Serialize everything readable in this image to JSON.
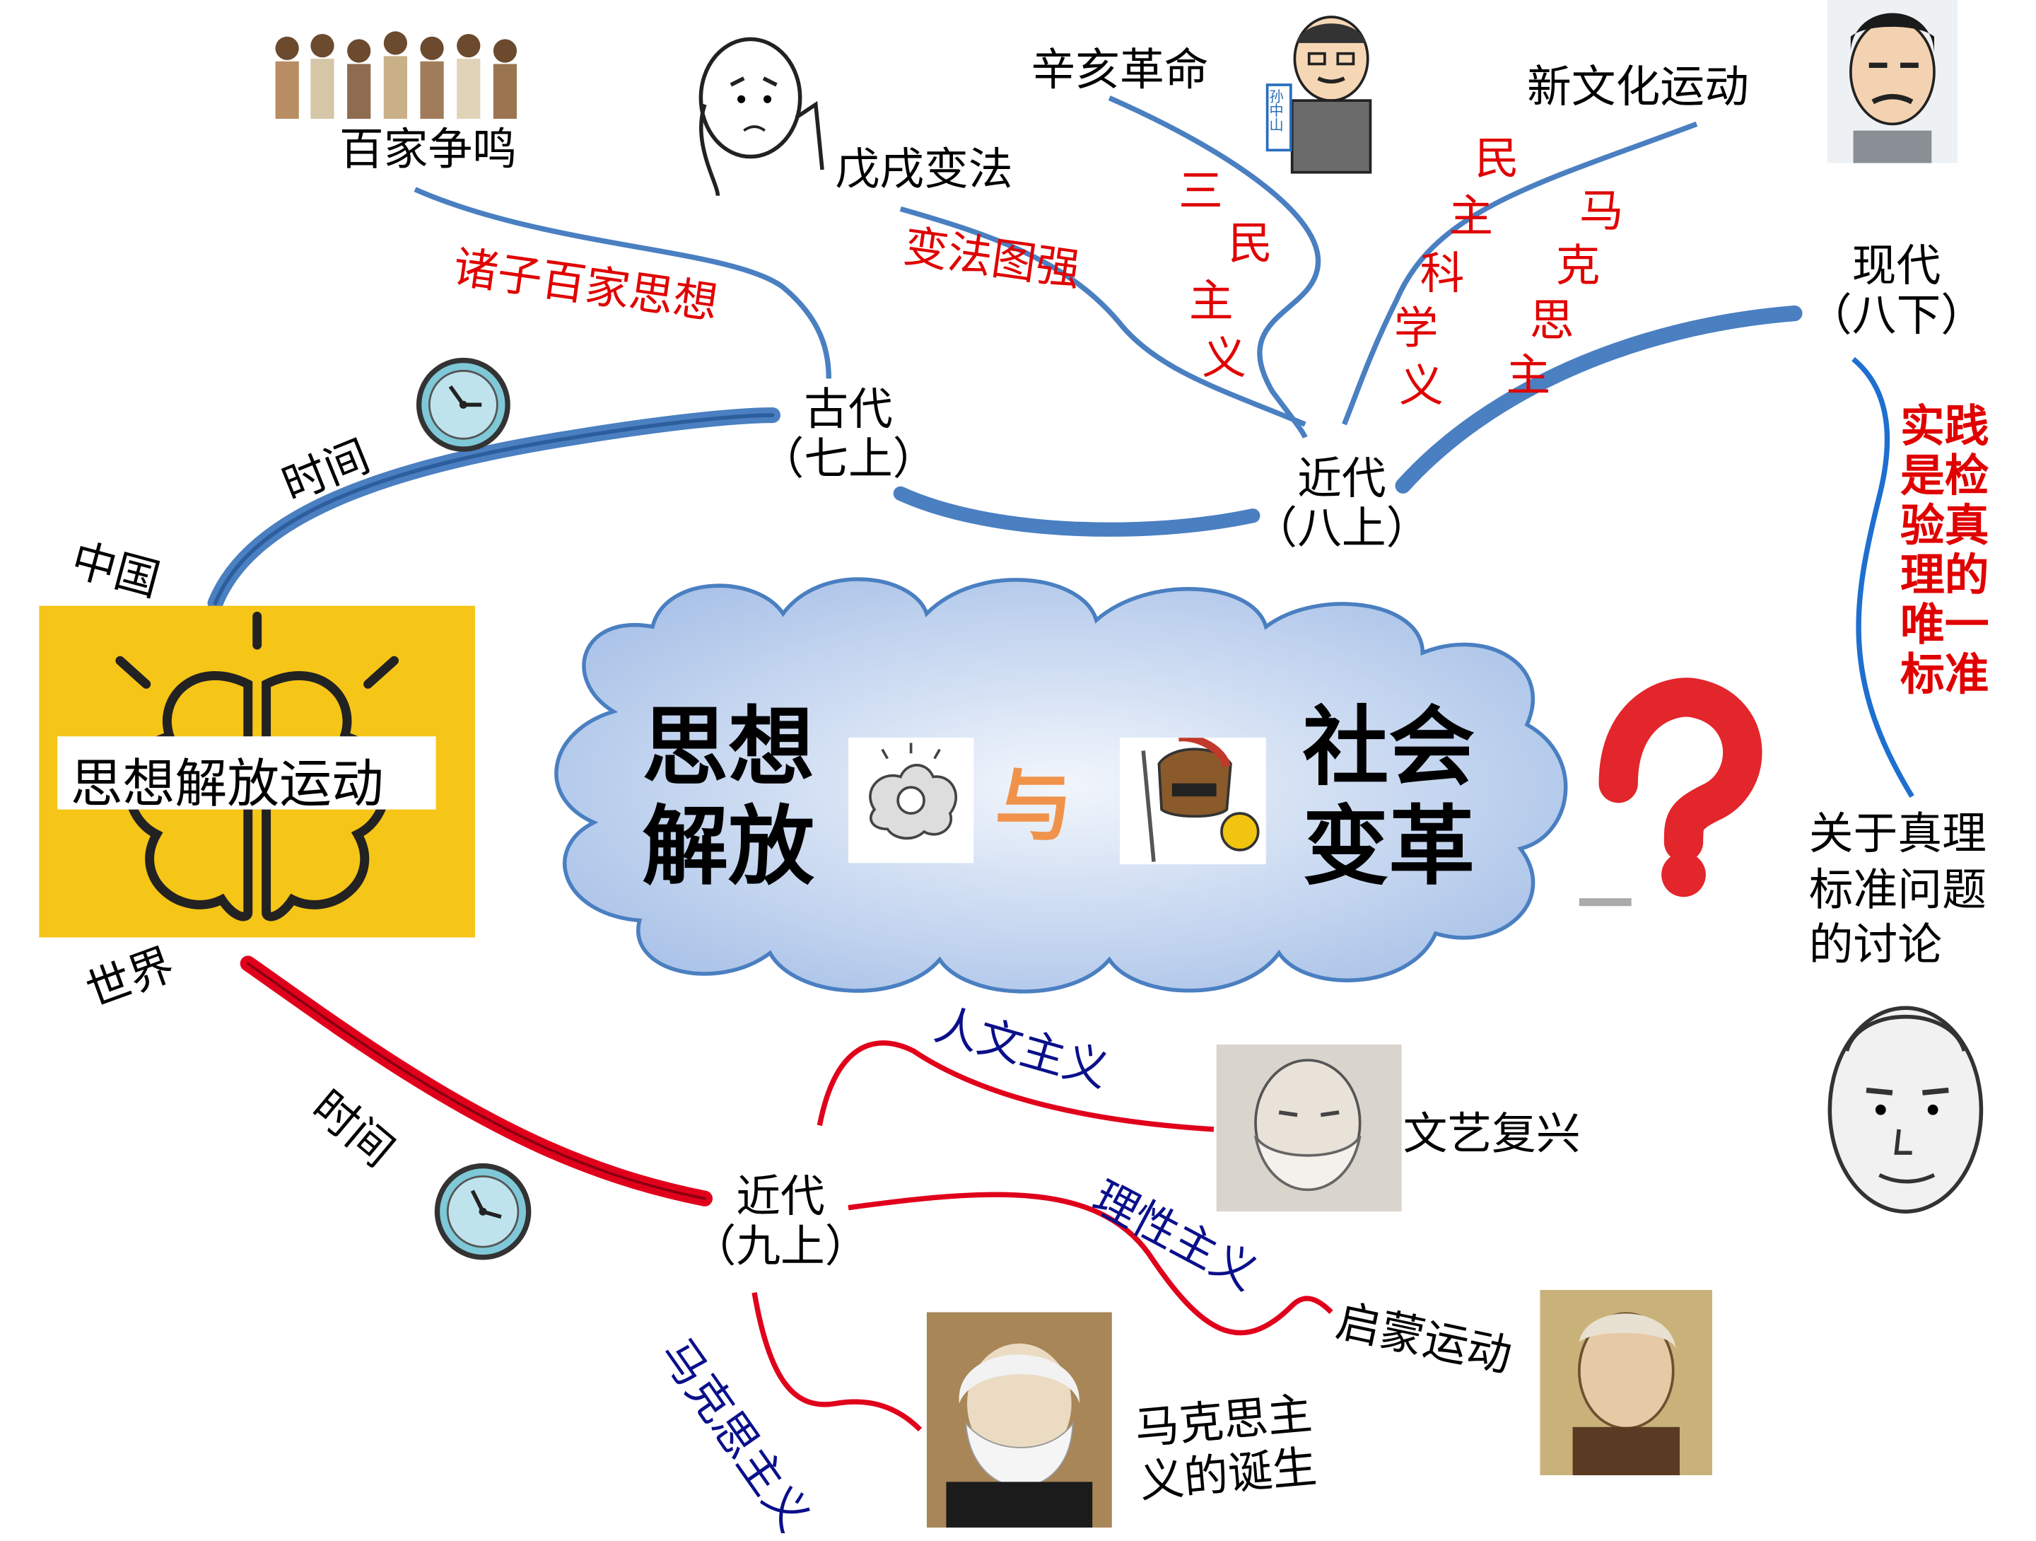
{
  "center": {
    "left_line1": "思想",
    "left_line2": "解放",
    "connector": "与",
    "right_line1": "社会",
    "right_line2": "变革"
  },
  "left_box": {
    "label": "思想解放运动"
  },
  "china": {
    "label": "中国",
    "time_label": "时间",
    "ancient": {
      "l1": "古代",
      "l2": "（七上）"
    },
    "modern": {
      "l1": "近代",
      "l2": "（八上）"
    },
    "contemporary": {
      "l1": "现代",
      "l2": "（八下）"
    },
    "baijia": "百家争鸣",
    "baijia_theme": "诸子百家思想",
    "wuxu": "戊戌变法",
    "wuxu_theme": "变法图强",
    "xinhai": "辛亥革命",
    "xinhai_theme": [
      "三",
      "民",
      "主",
      "义"
    ],
    "newculture": "新文化运动",
    "newculture_theme1": [
      "民",
      "主",
      "科",
      "学"
    ],
    "newculture_theme2": [
      "马",
      "克",
      "思",
      "主",
      "义"
    ],
    "truth_theme": [
      "实践",
      "是检",
      "验真",
      "理的",
      "唯一",
      "标准"
    ],
    "truth_event": [
      "关于真理",
      "标准问题",
      "的讨论"
    ],
    "sun_badge": "孙中山"
  },
  "world": {
    "label": "世界",
    "time_label": "时间",
    "modern": {
      "l1": "近代",
      "l2": "（九上）"
    },
    "renaissance_theme": "人文主义",
    "renaissance": "文艺复兴",
    "enlightenment_theme": "理性主义",
    "enlightenment": "启蒙运动",
    "marxism_theme": "马克思主义",
    "marxism": [
      "马克思主",
      "义的诞生"
    ]
  },
  "colors": {
    "china_branch": "#4a7fc1",
    "world_branch": "#e0001b",
    "theme_red": "#e00000",
    "theme_navy": "#0a0f8a",
    "brain_bg": "#f5c518",
    "cloud_fill": "#bcd0ee",
    "question": "#e3262b",
    "connector": "#f0924a"
  },
  "icons": [
    "clock-icon",
    "brain-icon",
    "lightbulb-brain-icon",
    "spartan-helmet-icon",
    "question-mark-icon"
  ]
}
